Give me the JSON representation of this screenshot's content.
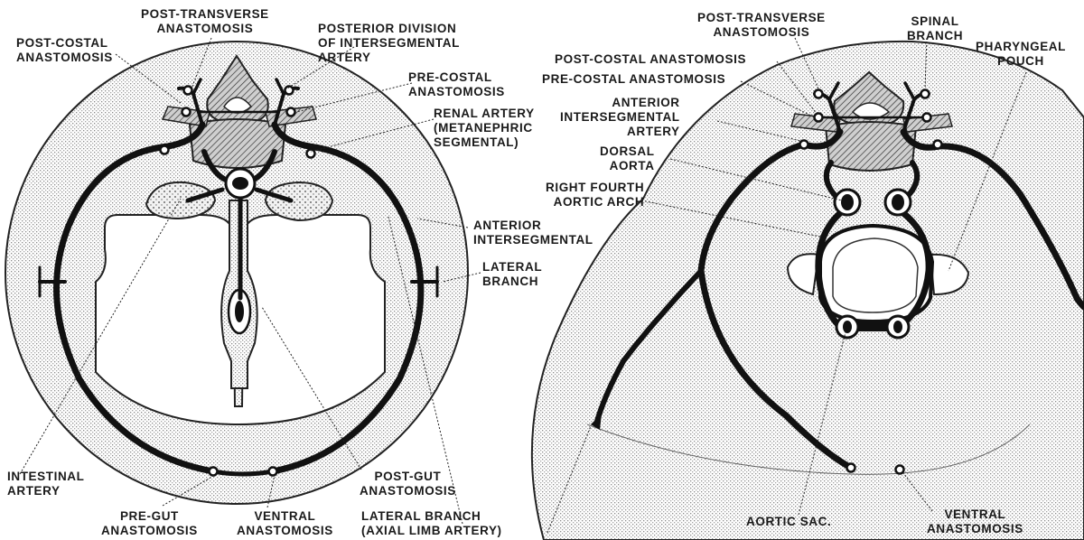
{
  "left_labels": {
    "post_transverse": "POST-TRANSVERSE\nANASTOMOSIS",
    "post_costal": "POST-COSTAL\nANASTOMOSIS",
    "posterior_division": "POSTERIOR DIVISION\nOF INTERSEGMENTAL\nARTERY",
    "pre_costal": "PRE-COSTAL\nANASTOMOSIS",
    "renal_artery": "RENAL ARTERY\n(METANEPHRIC\nSEGMENTAL)",
    "anterior_intersegmental": "ANTERIOR\nINTERSEGMENTAL",
    "lateral_branch": "LATERAL\nBRANCH",
    "intestinal_artery": "INTESTINAL\nARTERY",
    "post_gut": "POST-GUT\nANASTOMOSIS",
    "pre_gut": "PRE-GUT\nANASTOMOSIS",
    "ventral_anastomosis": "VENTRAL\nANASTOMOSIS",
    "lateral_branch_axial": "LATERAL BRANCH\n(AXIAL LIMB ARTERY)"
  },
  "right_labels": {
    "post_transverse": "POST-TRANSVERSE\nANASTOMOSIS",
    "spinal_branch": "SPINAL\nBRANCH",
    "pharyngeal_pouch": "PHARYNGEAL\nPOUCH",
    "post_costal": "POST-COSTAL ANASTOMOSIS",
    "pre_costal": "PRE-COSTAL ANASTOMOSIS",
    "anterior_intersegmental": "ANTERIOR\nINTERSEGMENTAL\nARTERY",
    "dorsal_aorta": "DORSAL\nAORTA",
    "right_fourth_aortic_arch": "RIGHT FOURTH\nAORTIC ARCH",
    "aortic_sac": "AORTIC SAC.",
    "ventral_anastomosis": "VENTRAL\nANASTOMOSIS"
  }
}
